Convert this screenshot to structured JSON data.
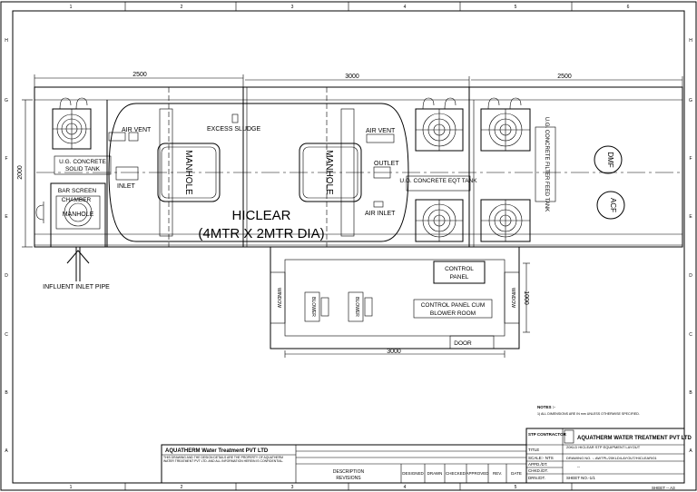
{
  "border": {
    "columns": [
      "1",
      "2",
      "3",
      "4",
      "5",
      "6"
    ],
    "rows": [
      "H",
      "G",
      "F",
      "E",
      "D",
      "C",
      "B",
      "A"
    ]
  },
  "dimensions": {
    "left_width": "2500",
    "mid_width": "3000",
    "right_width": "2500",
    "height": "2000",
    "room_width": "3000",
    "room_height": "1000"
  },
  "labels": {
    "air_vent_left": "AIR VENT",
    "excess_sludge": "EXCESS SLUDGE",
    "air_vent_right": "AIR VENT",
    "outlet": "OUTLET",
    "ug_concrete_eqt": "U.G. CONCRETE EQT TANK",
    "air_inlet": "AIR INLET",
    "ug_concrete_solid_1": "U.G. CONCRETE",
    "ug_concrete_solid_2": "SOLID TANK",
    "inlet": "INLET",
    "bar_screen": "BAR SCREEN",
    "chamber": "CHAMBER",
    "manhole_small": "MANHOLE",
    "manhole_1": "MANHOLE",
    "manhole_2": "MANHOLE",
    "hiclear_1": "HICLEAR",
    "hiclear_2": "(4MTR X 2MTR DIA)",
    "filter_tank": "U.G. CONCRETE FILTER FEED TANK",
    "dmf": "DMF",
    "acf": "ACF",
    "influent": "INFLUENT INLET PIPE",
    "control_panel_1": "CONTROL",
    "control_panel_2": "PANEL",
    "cp_cum_1": "CONTROL PANEL CUM",
    "cp_cum_2": "BLOWER ROOM",
    "window_left": "WINDOW",
    "window_right": "WINDOW",
    "door": "DOOR",
    "blower_1": "BLOWER",
    "blower_2": "BLOWER"
  },
  "notes": {
    "title": "NOTES :-",
    "line1": "1) ALL DIMENSIONS ARE IN mm UNLESS OTHERWISE SPECIFIED."
  },
  "title_block": {
    "company_left": "AQUATHERM Water Treatment PVT LTD",
    "disclaimer": "THIS DRAWING AND THE DESIGN DETAILS ARE THE PROPERTY OF AQUATHERM WATER TREATMENT PVT LTD. AND ALL INFORMATION HEREIN IS CONFIDENTIAL.",
    "description": "DESCRIPTION",
    "revisions": "REVISIONS",
    "designed": "DESIGNED",
    "drawn": "DRAWN",
    "checked": "CHECKED",
    "approved": "APPROVED",
    "rev": "REV.",
    "date": "DATE",
    "stp_contractor": "STP CONTRACTOR",
    "company_right": "AQUATHERM WATER TREATMENT PVT LTD",
    "title_label": "TITLE",
    "title_value": "20KLD HICLEAR STP EQUIPMENT LAYOUT",
    "scale": "SCALE:- NTS",
    "drawing_no": "DRAWING NO. :- AWTPL/20KLD/LAYOUT/HICLEAR/01",
    "appd": "APPD./DT.",
    "chkd": "CHKD./DT.",
    "drn": "DRN./DT.",
    "sheet": "SHEET NO.-1/1",
    "dash": "--",
    "sheet_size": "SHEET -- A3"
  }
}
